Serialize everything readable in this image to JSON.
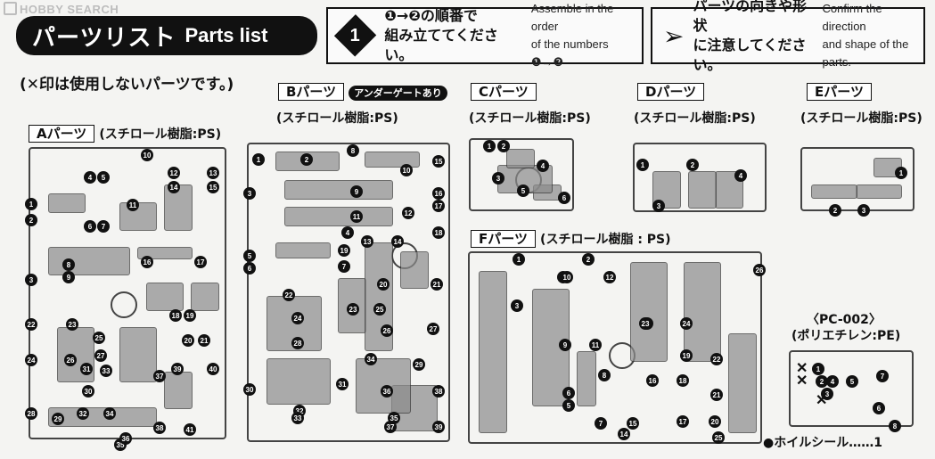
{
  "watermark": "HOBBY SEARCH",
  "title": {
    "jp": "パーツリスト",
    "en": "Parts list"
  },
  "instruction1": {
    "num": "1",
    "jp_line1": "❶→❷の順番で",
    "jp_line2": "組み立ててください。",
    "en_line1": "Assemble in the order",
    "en_line2": "of the numbers ❶→❷"
  },
  "instruction2": {
    "jp_line1": "パーツの向きや形状",
    "jp_line2": "に注意してください。",
    "en_line1": "Confirm the direction",
    "en_line2": "and shape of the parts."
  },
  "note": "(✕印は使用しないパーツです。)",
  "parts": {
    "A": {
      "label": "Aパーツ",
      "material": "(スチロール樹脂:PS)"
    },
    "B": {
      "label": "Bパーツ",
      "material": "(スチロール樹脂:PS)",
      "badge": "アンダーゲートあり"
    },
    "C": {
      "label": "Cパーツ",
      "material": "(スチロール樹脂:PS)"
    },
    "D": {
      "label": "Dパーツ",
      "material": "(スチロール樹脂:PS)"
    },
    "E": {
      "label": "Eパーツ",
      "material": "(スチロール樹脂:PS)"
    },
    "F": {
      "label": "Fパーツ",
      "material": "(スチロール樹脂 : PS)"
    }
  },
  "pc": {
    "label": "〈PC-002〉",
    "material": "(ポリエチレン:PE)"
  },
  "foil": "●ホイルシール……1",
  "numbers": {
    "A": [
      "1",
      "2",
      "3",
      "4",
      "5",
      "6",
      "7",
      "8",
      "9",
      "10",
      "11",
      "12",
      "13",
      "14",
      "15",
      "16",
      "17",
      "18",
      "19",
      "20",
      "21",
      "22",
      "23",
      "24",
      "25",
      "26",
      "27",
      "28",
      "29",
      "30",
      "31",
      "32",
      "33",
      "34",
      "35",
      "36",
      "37",
      "38",
      "39",
      "40",
      "41"
    ],
    "B": [
      "1",
      "2",
      "3",
      "4",
      "5",
      "6",
      "7",
      "8",
      "9",
      "10",
      "11",
      "12",
      "13",
      "14",
      "15",
      "16",
      "17",
      "18",
      "19",
      "20",
      "21",
      "22",
      "23",
      "24",
      "25",
      "26",
      "27",
      "28",
      "29",
      "30",
      "31",
      "32",
      "33",
      "34",
      "35",
      "36",
      "37",
      "38",
      "39"
    ],
    "C": [
      "1",
      "2",
      "3",
      "4",
      "5",
      "6"
    ],
    "D": [
      "1",
      "2",
      "3",
      "4"
    ],
    "E": [
      "1",
      "2",
      "3"
    ],
    "F": [
      "1",
      "2",
      "3",
      "4",
      "5",
      "6",
      "7",
      "8",
      "9",
      "10",
      "11",
      "12",
      "13",
      "14",
      "15",
      "16",
      "17",
      "18",
      "19",
      "20",
      "21",
      "22",
      "23",
      "24",
      "25",
      "26"
    ],
    "PC": [
      "1",
      "2",
      "3",
      "4",
      "5",
      "6",
      "7",
      "8"
    ]
  }
}
